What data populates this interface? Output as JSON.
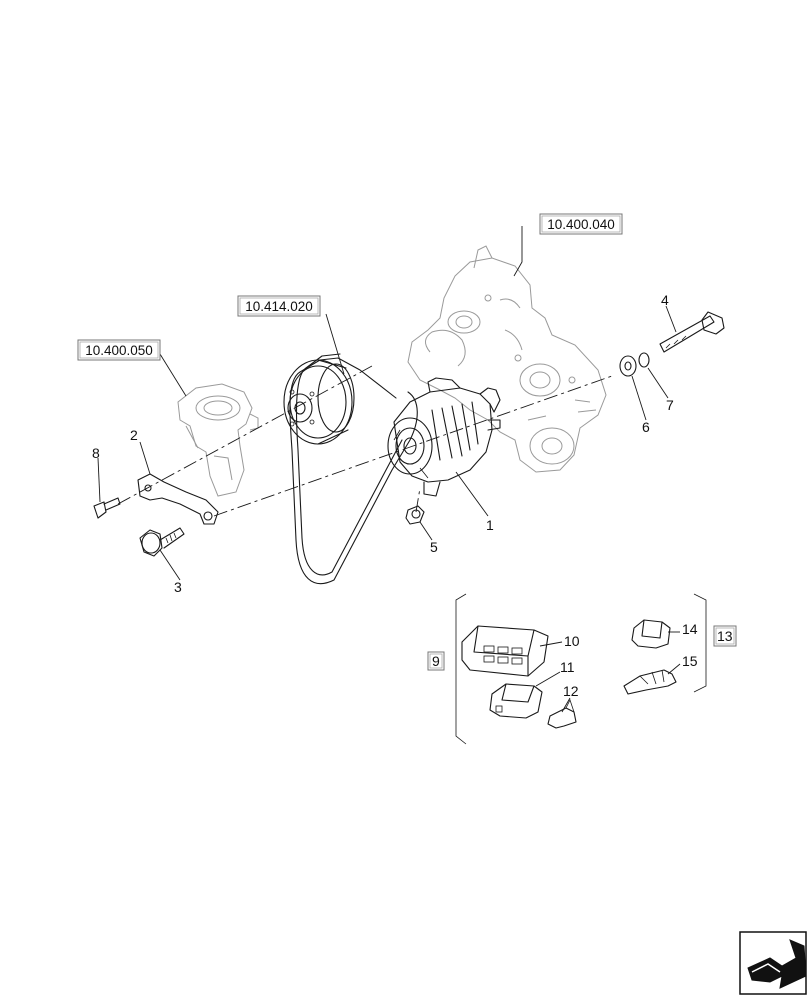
{
  "references": {
    "ref_10_400_040": "10.400.040",
    "ref_10_414_020": "10.414.020",
    "ref_10_400_050": "10.400.050"
  },
  "callouts": {
    "c1": "1",
    "c2": "2",
    "c3": "3",
    "c4": "4",
    "c5": "5",
    "c6": "6",
    "c7": "7",
    "c8": "8",
    "c9": "9",
    "c10": "10",
    "c11": "11",
    "c12": "12",
    "c13": "13",
    "c14": "14",
    "c15": "15"
  },
  "icons": {
    "nav": "next-page-arrow-icon"
  }
}
